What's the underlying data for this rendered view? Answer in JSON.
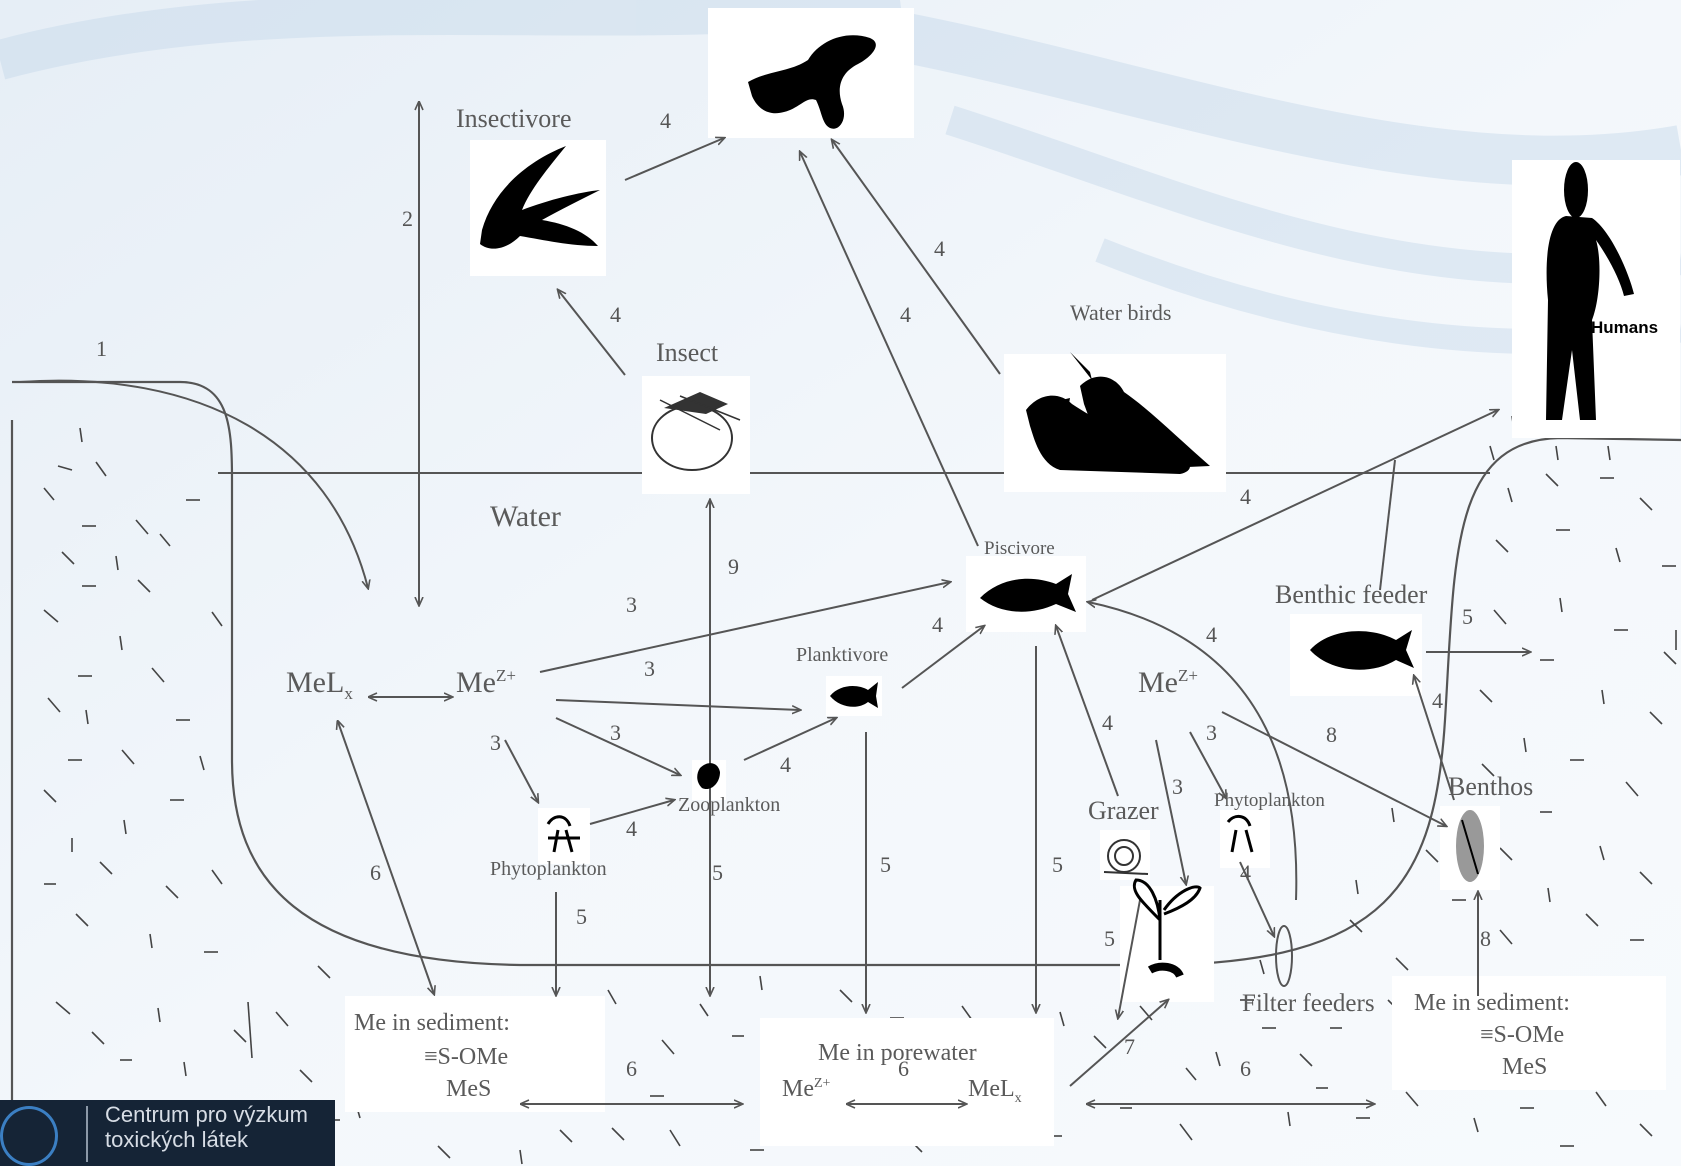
{
  "labels": {
    "insectivore": "Insectivore",
    "insect": "Insect",
    "water_birds": "Water birds",
    "humans": "Humans",
    "water": "Water",
    "piscivore": "Piscivore",
    "benthic_feeder": "Benthic feeder",
    "planktivore": "Planktivore",
    "mel_x": "MeL",
    "mel_x_sub": "x",
    "me_z": "Me",
    "me_z_sup": "Z+",
    "me_z_right": "Me",
    "me_z_right_sup": "Z+",
    "zooplankton": "Zooplankton",
    "phytoplankton_left": "Phytoplankton",
    "phytoplankton_right": "Phytoplankton",
    "grazer": "Grazer",
    "benthos": "Benthos",
    "filter_feeders": "Filter feeders",
    "sediment_left_title": "Me in sediment:",
    "sediment_left_l1": "≡S-OMe",
    "sediment_left_l2": "MeS",
    "porewater_title": "Me in porewater",
    "porewater_me": "Me",
    "porewater_me_sup": "Z+",
    "porewater_mel": "MeL",
    "porewater_mel_sub": "x",
    "sediment_right_title": "Me in sediment:",
    "sediment_right_l1": "≡S-OMe",
    "sediment_right_l2": "MeS"
  },
  "numbers": {
    "n1": "1",
    "n2": "2",
    "n4_bird": "4",
    "n4_insect": "4",
    "n4_pisc_up": "4",
    "n4_wb": "4",
    "n4_humans": "4",
    "n3_a": "3",
    "n3_b": "3",
    "n3_c": "3",
    "n3_d": "3",
    "n3_e": "3",
    "n3_f": "3",
    "n9": "9",
    "n4_plank": "4",
    "n4_zoo": "4",
    "n4_phyto": "4",
    "n4_grazer": "4",
    "n4_bf": "4",
    "n4_ff": "4",
    "n4_benthos": "4",
    "n5_phyto": "5",
    "n5_zoo": "5",
    "n5_plank": "5",
    "n5_pisc": "5",
    "n5_grazer": "5",
    "n5_bf": "5",
    "n6_left": "6",
    "n6_sed": "6",
    "n6_pore": "6",
    "n6_right": "6",
    "n7": "7",
    "n8_a": "8",
    "n8_b": "8"
  },
  "logo": {
    "line1": "Centrum pro výzkum",
    "line2": "toxických látek"
  },
  "icons": [
    "eagle-icon",
    "swallow-icon",
    "insect-icon",
    "loon-icon",
    "human-icon",
    "salmon-icon",
    "small-fish-icon",
    "benthic-fish-icon",
    "zooplankton-icon",
    "phytoplankton-icon",
    "snail-icon",
    "plant-icon",
    "benthos-icon",
    "filter-feeder-icon",
    "globe-icon"
  ]
}
